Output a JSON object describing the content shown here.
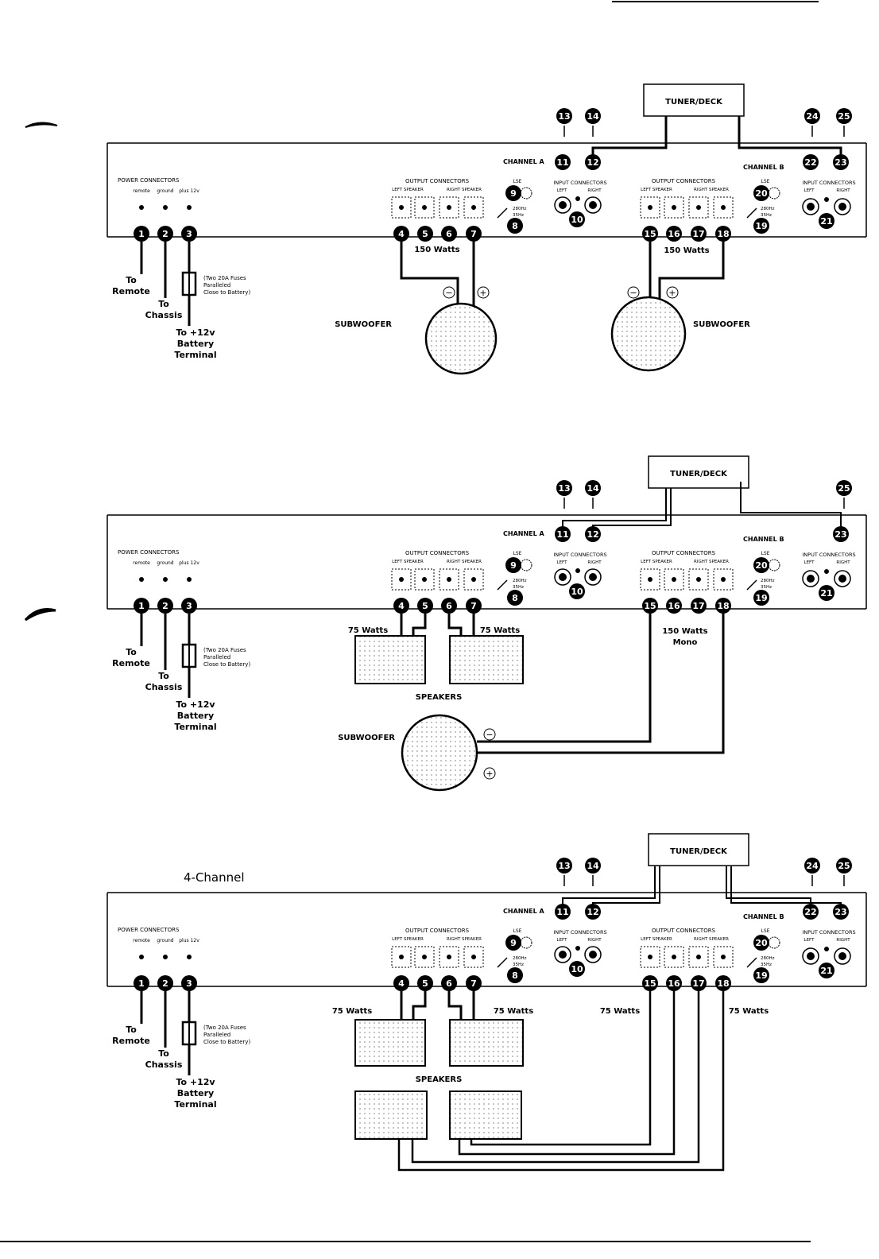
{
  "shared": {
    "tuner": "TUNER/DECK",
    "channel_a": "CHANNEL A",
    "channel_b": "CHANNEL B",
    "power_connectors": "POWER CONNECTORS",
    "power_terms": [
      "remote",
      "ground",
      "plus 12v"
    ],
    "output_connectors": "OUTPUT CONNECTORS",
    "left_speaker": "LEFT SPEAKER",
    "right_speaker": "RIGHT SPEAKER",
    "input_connectors": "INPUT CONNECTORS",
    "left": "LEFT",
    "right": "RIGHT",
    "lse": "LSE",
    "freq_high": "280Hz",
    "freq_low": "35Hz",
    "to_remote": [
      "To",
      "Remote"
    ],
    "to_chassis": [
      "To",
      "Chassis"
    ],
    "to_battery": [
      "To +12v",
      "Battery",
      "Terminal"
    ],
    "fuse_note": [
      "(Two 20A Fuses",
      "Paralleled",
      "Close to Battery)"
    ],
    "subwoofer": "SUBWOOFER",
    "speakers": "SPEAKERS",
    "minus": "−",
    "plus": "+"
  },
  "diagram1": {
    "watts_a": "150 Watts",
    "watts_b": "150 Watts",
    "numbers": [
      "1",
      "2",
      "3",
      "4",
      "5",
      "6",
      "7",
      "8",
      "9",
      "10",
      "11",
      "12",
      "13",
      "14",
      "15",
      "16",
      "17",
      "18",
      "19",
      "20",
      "21",
      "22",
      "23",
      "24",
      "25"
    ]
  },
  "diagram2": {
    "watts_left": "75 Watts",
    "watts_right": "75 Watts",
    "watts_mono": [
      "150 Watts",
      "Mono"
    ],
    "numbers": [
      "1",
      "2",
      "3",
      "4",
      "5",
      "6",
      "7",
      "8",
      "9",
      "10",
      "11",
      "12",
      "13",
      "14",
      "15",
      "16",
      "17",
      "18",
      "19",
      "20",
      "21",
      "23",
      "25"
    ]
  },
  "diagram3": {
    "title": "4-Channel",
    "watts": [
      "75 Watts",
      "75 Watts",
      "75 Watts",
      "75 Watts"
    ],
    "numbers": [
      "1",
      "2",
      "3",
      "4",
      "5",
      "6",
      "7",
      "8",
      "9",
      "10",
      "11",
      "12",
      "13",
      "14",
      "15",
      "16",
      "17",
      "18",
      "19",
      "20",
      "21",
      "22",
      "23",
      "24",
      "25"
    ]
  }
}
